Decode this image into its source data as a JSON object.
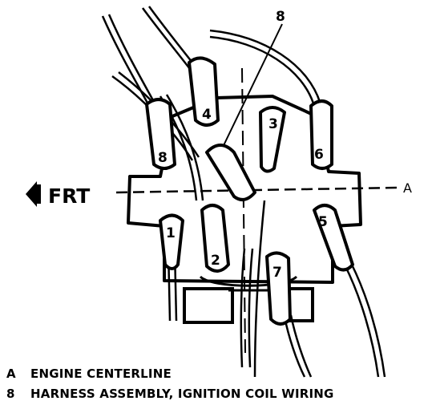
{
  "diagram": {
    "front_label": "FRT",
    "axis_label": "A",
    "harness_callout": "8",
    "terminals": [
      "1",
      "2",
      "3",
      "4",
      "5",
      "6",
      "7",
      "8"
    ]
  },
  "legend": [
    {
      "key": "A",
      "text": "ENGINE CENTERLINE"
    },
    {
      "key": "8",
      "text": "HARNESS ASSEMBLY, IGNITION COIL WIRING"
    }
  ]
}
